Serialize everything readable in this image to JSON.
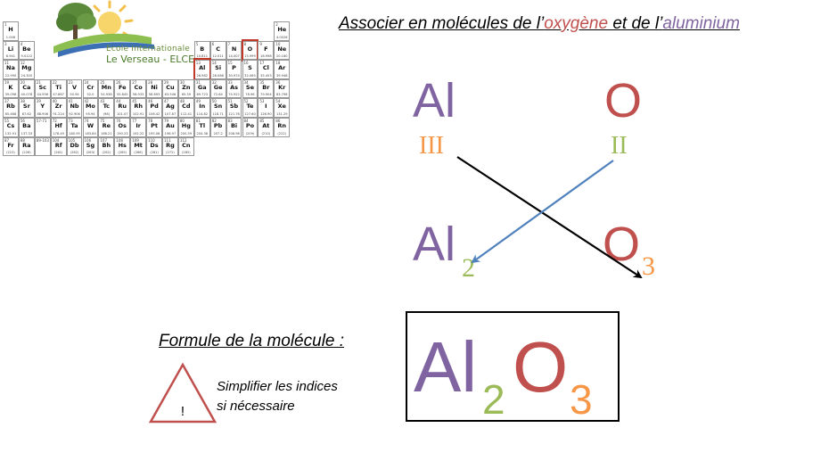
{
  "title": {
    "prefix": "Associer en molécules de l’",
    "oxygen": "oxygène",
    "middle": " et de l’",
    "aluminium": "aluminium"
  },
  "logo": {
    "line1": "Ecole Internationale",
    "line2": "Le Verseau - ELCE"
  },
  "colors": {
    "aluminium": "#8064a2",
    "oxygen": "#c0504d",
    "roman_al": "#f79646",
    "roman_o": "#9bbb59",
    "arrow_blue": "#4f81bd",
    "arrow_black": "#000000",
    "highlight": "#c0392b"
  },
  "diagram": {
    "al_symbol": "Al",
    "o_symbol": "O",
    "al_valence": "III",
    "o_valence": "II",
    "al_result": "Al",
    "al_index": "2",
    "o_result": "O",
    "o_index": "3"
  },
  "formula": {
    "label": "Formule de la molécule :",
    "al": "Al",
    "al_index": "2",
    "o": "O",
    "o_index": "3"
  },
  "warning": {
    "symbol": "!",
    "line1": "Simplifier les indices",
    "line2": "si nécessaire"
  },
  "periodic_table": {
    "highlighted": [
      "O",
      "Al"
    ],
    "elements": [
      {
        "z": "1",
        "s": "H",
        "m": "1.008"
      },
      {
        "z": "2",
        "s": "He",
        "m": "4.0026"
      },
      {
        "z": "3",
        "s": "Li",
        "m": "6.941"
      },
      {
        "z": "4",
        "s": "Be",
        "m": "9.0122"
      },
      {
        "z": "5",
        "s": "B",
        "m": "10.811"
      },
      {
        "z": "6",
        "s": "C",
        "m": "12.011"
      },
      {
        "z": "7",
        "s": "N",
        "m": "14.007"
      },
      {
        "z": "8",
        "s": "O",
        "m": "15.999"
      },
      {
        "z": "9",
        "s": "F",
        "m": "18.998"
      },
      {
        "z": "10",
        "s": "Ne",
        "m": "20.180"
      },
      {
        "z": "11",
        "s": "Na",
        "m": "22.990"
      },
      {
        "z": "12",
        "s": "Mg",
        "m": "24.305"
      },
      {
        "z": "13",
        "s": "Al",
        "m": "26.982"
      },
      {
        "z": "14",
        "s": "Si",
        "m": "28.086"
      },
      {
        "z": "15",
        "s": "P",
        "m": "30.974"
      },
      {
        "z": "16",
        "s": "S",
        "m": "32.065"
      },
      {
        "z": "17",
        "s": "Cl",
        "m": "35.453"
      },
      {
        "z": "18",
        "s": "Ar",
        "m": "39.948"
      },
      {
        "z": "19",
        "s": "K",
        "m": "39.098"
      },
      {
        "z": "20",
        "s": "Ca",
        "m": "40.078"
      },
      {
        "z": "21",
        "s": "Sc",
        "m": "44.956"
      },
      {
        "z": "22",
        "s": "Ti",
        "m": "47.867"
      },
      {
        "z": "23",
        "s": "V",
        "m": "50.94"
      },
      {
        "z": "24",
        "s": "Cr",
        "m": "52.0"
      },
      {
        "z": "25",
        "s": "Mn",
        "m": "54.938"
      },
      {
        "z": "26",
        "s": "Fe",
        "m": "55.845"
      },
      {
        "z": "27",
        "s": "Co",
        "m": "58.933"
      },
      {
        "z": "28",
        "s": "Ni",
        "m": "58.693"
      },
      {
        "z": "29",
        "s": "Cu",
        "m": "63.546"
      },
      {
        "z": "30",
        "s": "Zn",
        "m": "65.39"
      },
      {
        "z": "31",
        "s": "Ga",
        "m": "69.723"
      },
      {
        "z": "32",
        "s": "Ge",
        "m": "72.64"
      },
      {
        "z": "33",
        "s": "As",
        "m": "74.922"
      },
      {
        "z": "34",
        "s": "Se",
        "m": "78.96"
      },
      {
        "z": "35",
        "s": "Br",
        "m": "79.904"
      },
      {
        "z": "36",
        "s": "Kr",
        "m": "83.798"
      },
      {
        "z": "37",
        "s": "Rb",
        "m": "85.468"
      },
      {
        "z": "38",
        "s": "Sr",
        "m": "87.62"
      },
      {
        "z": "39",
        "s": "Y",
        "m": "88.906"
      },
      {
        "z": "40",
        "s": "Zr",
        "m": "91.224"
      },
      {
        "z": "41",
        "s": "Nb",
        "m": "92.906"
      },
      {
        "z": "42",
        "s": "Mo",
        "m": "95.94"
      },
      {
        "z": "43",
        "s": "Tc",
        "m": "(98)"
      },
      {
        "z": "44",
        "s": "Ru",
        "m": "101.07"
      },
      {
        "z": "45",
        "s": "Rh",
        "m": "102.91"
      },
      {
        "z": "46",
        "s": "Pd",
        "m": "106.42"
      },
      {
        "z": "47",
        "s": "Ag",
        "m": "107.87"
      },
      {
        "z": "48",
        "s": "Cd",
        "m": "112.41"
      },
      {
        "z": "49",
        "s": "In",
        "m": "114.82"
      },
      {
        "z": "50",
        "s": "Sn",
        "m": "118.71"
      },
      {
        "z": "51",
        "s": "Sb",
        "m": "121.76"
      },
      {
        "z": "52",
        "s": "Te",
        "m": "127.60"
      },
      {
        "z": "53",
        "s": "I",
        "m": "126.90"
      },
      {
        "z": "54",
        "s": "Xe",
        "m": "131.29"
      },
      {
        "z": "55",
        "s": "Cs",
        "m": "132.91"
      },
      {
        "z": "56",
        "s": "Ba",
        "m": "137.33"
      },
      {
        "z": "57-71",
        "s": "",
        "m": ""
      },
      {
        "z": "72",
        "s": "Hf",
        "m": "178.49"
      },
      {
        "z": "73",
        "s": "Ta",
        "m": "180.95"
      },
      {
        "z": "74",
        "s": "W",
        "m": "183.84"
      },
      {
        "z": "75",
        "s": "Re",
        "m": "186.21"
      },
      {
        "z": "76",
        "s": "Os",
        "m": "190.23"
      },
      {
        "z": "77",
        "s": "Ir",
        "m": "192.22"
      },
      {
        "z": "78",
        "s": "Pt",
        "m": "195.08"
      },
      {
        "z": "79",
        "s": "Au",
        "m": "196.97"
      },
      {
        "z": "80",
        "s": "Hg",
        "m": "200.59"
      },
      {
        "z": "81",
        "s": "Tl",
        "m": "204.38"
      },
      {
        "z": "82",
        "s": "Pb",
        "m": "207.2"
      },
      {
        "z": "83",
        "s": "Bi",
        "m": "208.98"
      },
      {
        "z": "84",
        "s": "Po",
        "m": "(209)"
      },
      {
        "z": "85",
        "s": "At",
        "m": "(210)"
      },
      {
        "z": "86",
        "s": "Rn",
        "m": "(222)"
      },
      {
        "z": "87",
        "s": "Fr",
        "m": "(223)"
      },
      {
        "z": "88",
        "s": "Ra",
        "m": "(226)"
      },
      {
        "z": "89-103",
        "s": "",
        "m": ""
      },
      {
        "z": "104",
        "s": "Rf",
        "m": "(261)"
      },
      {
        "z": "105",
        "s": "Db",
        "m": "(262)"
      },
      {
        "z": "106",
        "s": "Sg",
        "m": "(263)"
      },
      {
        "z": "107",
        "s": "Bh",
        "m": "(262)"
      },
      {
        "z": "108",
        "s": "Hs",
        "m": "(265)"
      },
      {
        "z": "109",
        "s": "Mt",
        "m": "(266)"
      },
      {
        "z": "110",
        "s": "Ds",
        "m": "(281)"
      },
      {
        "z": "111",
        "s": "Rg",
        "m": "(272)"
      },
      {
        "z": "112",
        "s": "Cn",
        "m": "(285)"
      }
    ]
  }
}
